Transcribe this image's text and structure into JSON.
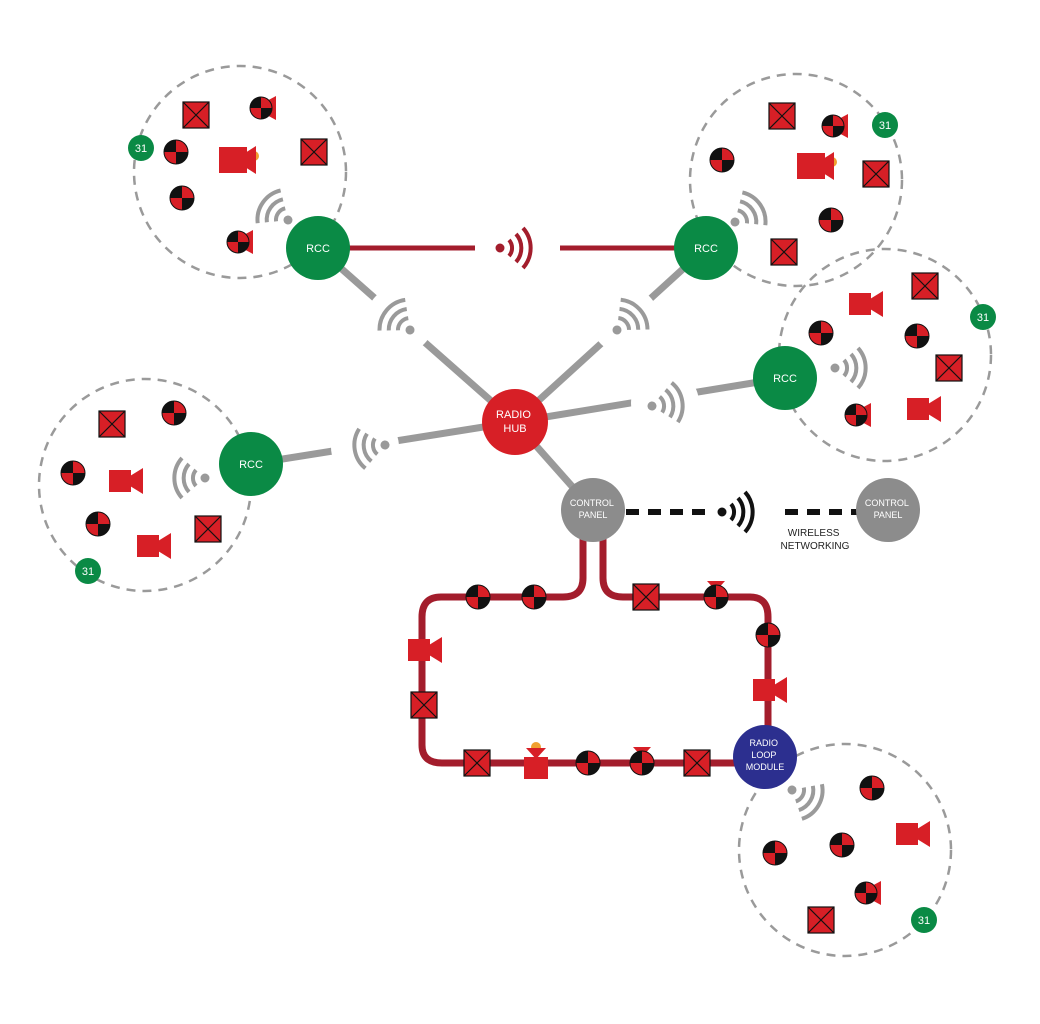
{
  "nodes": {
    "rcc_label": "RCC",
    "radio_hub": [
      "RADIO",
      "HUB"
    ],
    "control_panel": [
      "CONTROL",
      "PANEL"
    ],
    "remote_control_panel": [
      "CONTROL",
      "PANEL"
    ],
    "radio_loop_module": [
      "RADIO",
      "LOOP",
      "MODULE"
    ],
    "wireless_networking": [
      "WIRELESS",
      "NETWORKING"
    ]
  },
  "cluster_badge": "31",
  "colors": {
    "rcc": "#0a8a45",
    "hub": "#d71f26",
    "panel": "#8c8c8c",
    "loop_module": "#2c2f8f",
    "loop_wire": "#a31d2c",
    "radio_link": "#a31d2c",
    "wireless_gray": "#9a9a9a",
    "device_red": "#d71f26",
    "device_black": "#111111",
    "sounder_beacon": "#f0a030",
    "cluster_border": "#9a9a9a",
    "badge": "#0a8a45"
  },
  "legend_icons": [
    "detector-icon",
    "call-point-icon",
    "sounder-icon",
    "sounder-beacon-icon",
    "wifi-signal-icon"
  ]
}
